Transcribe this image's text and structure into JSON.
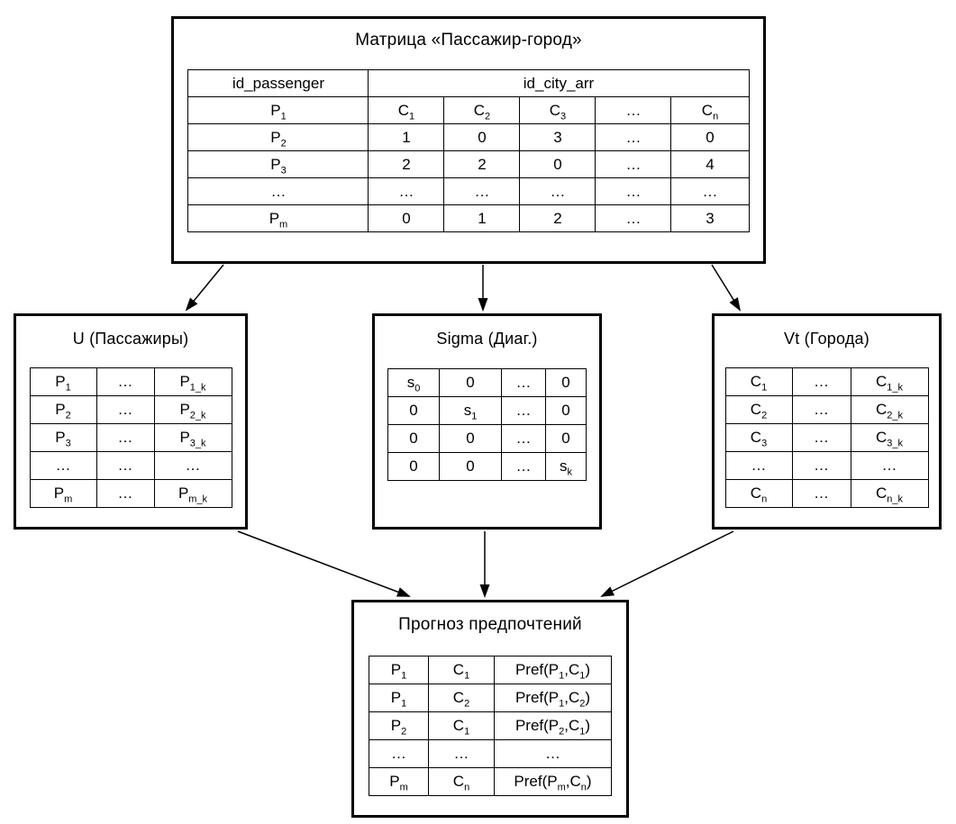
{
  "colors": {
    "line": "#000000",
    "background": "#ffffff",
    "text": "#000000"
  },
  "diagram": {
    "source": {
      "title": "Матрица «Пассажир-город»",
      "header": {
        "passenger": "id_passenger",
        "city": "id_city_arr"
      },
      "rows": [
        [
          "P{1}",
          "C{1}",
          "C{2}",
          "C{3}",
          "…",
          "C{n}"
        ],
        [
          "P{2}",
          "1",
          "0",
          "3",
          "…",
          "0"
        ],
        [
          "P{3}",
          "2",
          "2",
          "0",
          "…",
          "4"
        ],
        [
          "…",
          "…",
          "…",
          "…",
          "…",
          "…"
        ],
        [
          "P{m}",
          "0",
          "1",
          "2",
          "…",
          "3"
        ]
      ]
    },
    "u": {
      "title": "U (Пассажиры)",
      "rows": [
        [
          "P{1}",
          "…",
          "P{1_k}"
        ],
        [
          "P{2}",
          "…",
          "P{2_k}"
        ],
        [
          "P{3}",
          "…",
          "P{3_k}"
        ],
        [
          "…",
          "…",
          "…"
        ],
        [
          "P{m}",
          "…",
          "P{m_k}"
        ]
      ]
    },
    "sigma": {
      "title": "Sigma (Диаг.)",
      "rows": [
        [
          "s{0}",
          "0",
          "…",
          "0"
        ],
        [
          "0",
          "s{1}",
          "…",
          "0"
        ],
        [
          "0",
          "0",
          "…",
          "0"
        ],
        [
          "0",
          "0",
          "…",
          "s{k}"
        ]
      ]
    },
    "vt": {
      "title": "Vt (Города)",
      "rows": [
        [
          "C{1}",
          "…",
          "C{1_k}"
        ],
        [
          "C{2}",
          "…",
          "C{2_k}"
        ],
        [
          "C{3}",
          "…",
          "C{3_k}"
        ],
        [
          "…",
          "…",
          "…"
        ],
        [
          "C{n}",
          "…",
          "C{n_k}"
        ]
      ]
    },
    "forecast": {
      "title": "Прогноз предпочтений",
      "rows": [
        [
          "P{1}",
          "C{1}",
          "Pref(P{1},C{1})"
        ],
        [
          "P{1}",
          "C{2}",
          "Pref(P{1},C{2})"
        ],
        [
          "P{2}",
          "C{1}",
          "Pref(P{2},C{1})"
        ],
        [
          "…",
          "…",
          "…"
        ],
        [
          "P{m}",
          "C{n}",
          "Pref(P{m},C{n})"
        ]
      ]
    }
  }
}
